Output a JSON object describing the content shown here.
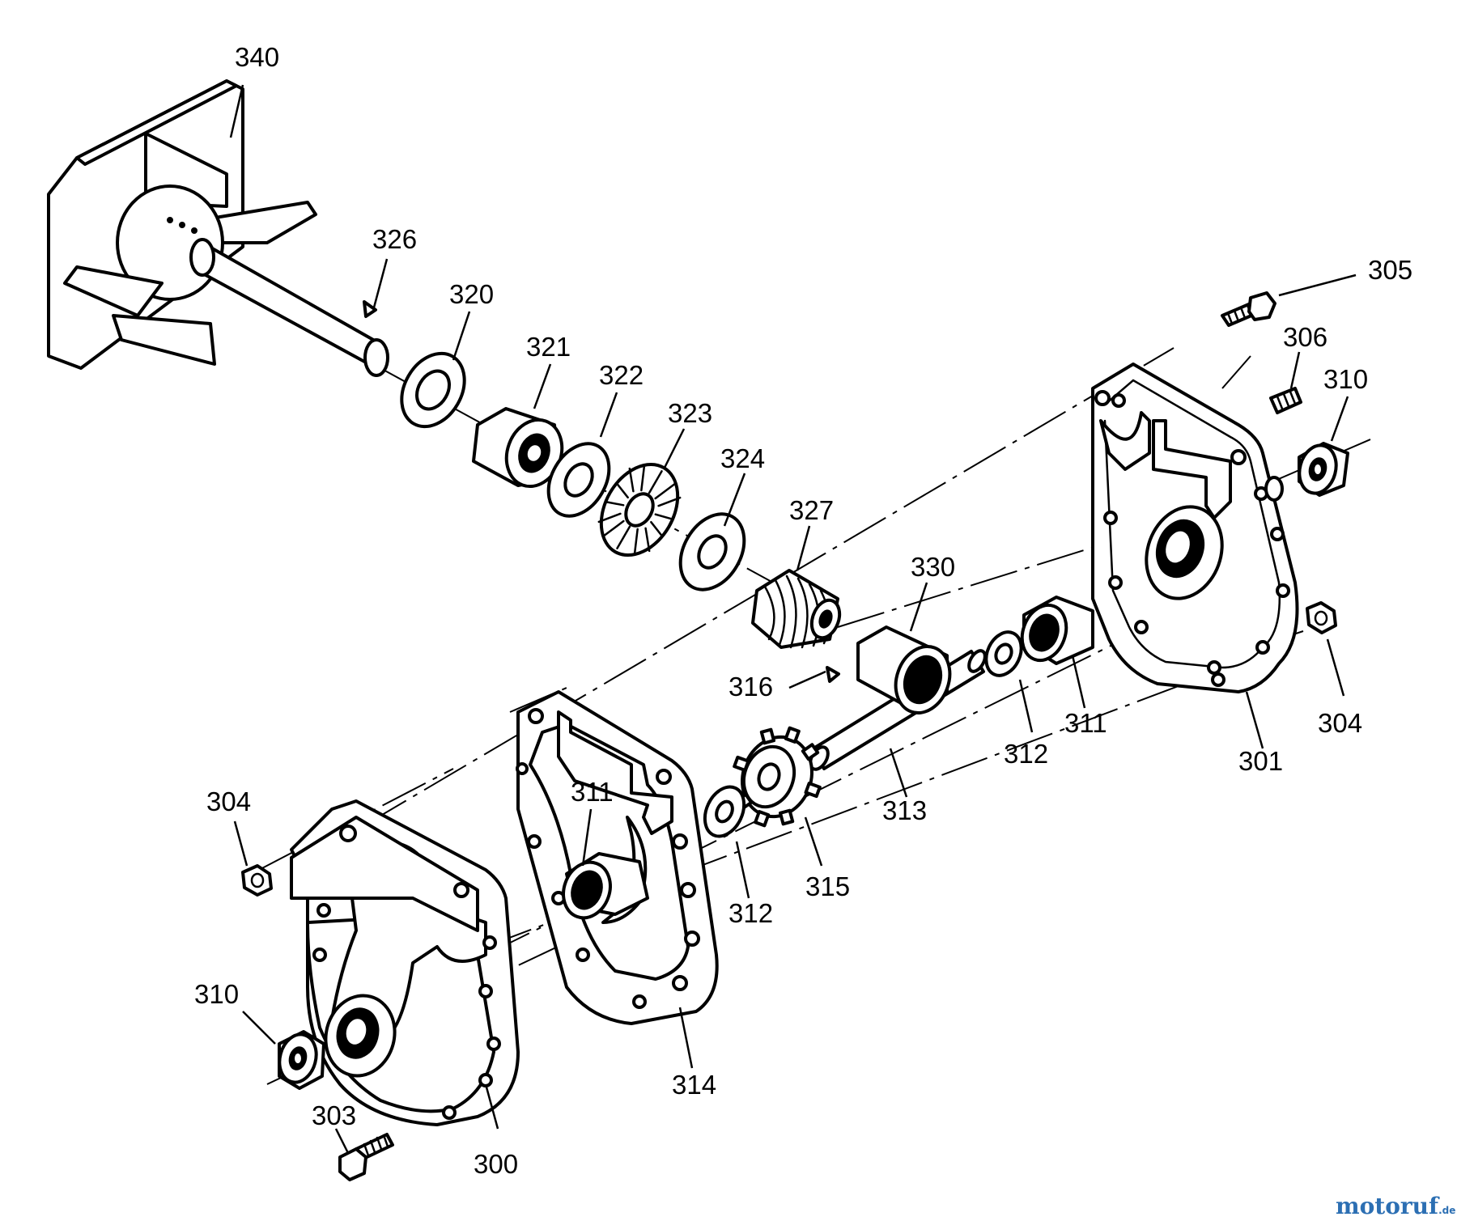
{
  "diagram": {
    "callouts": {
      "c340": "340",
      "c326": "326",
      "c320": "320",
      "c321": "321",
      "c322": "322",
      "c323": "323",
      "c324": "324",
      "c327": "327",
      "c330": "330",
      "c316": "316",
      "c313": "313",
      "c315": "315",
      "c312a": "312",
      "c312b": "312",
      "c311a": "311",
      "c311b": "311",
      "c305": "305",
      "c306": "306",
      "c310a": "310",
      "c310b": "310",
      "c304a": "304",
      "c304b": "304",
      "c301": "301",
      "c314": "314",
      "c300": "300",
      "c303": "303"
    },
    "watermark": {
      "main": "motoruf",
      "suffix": ".de",
      "color": "#2c6fb3"
    }
  }
}
